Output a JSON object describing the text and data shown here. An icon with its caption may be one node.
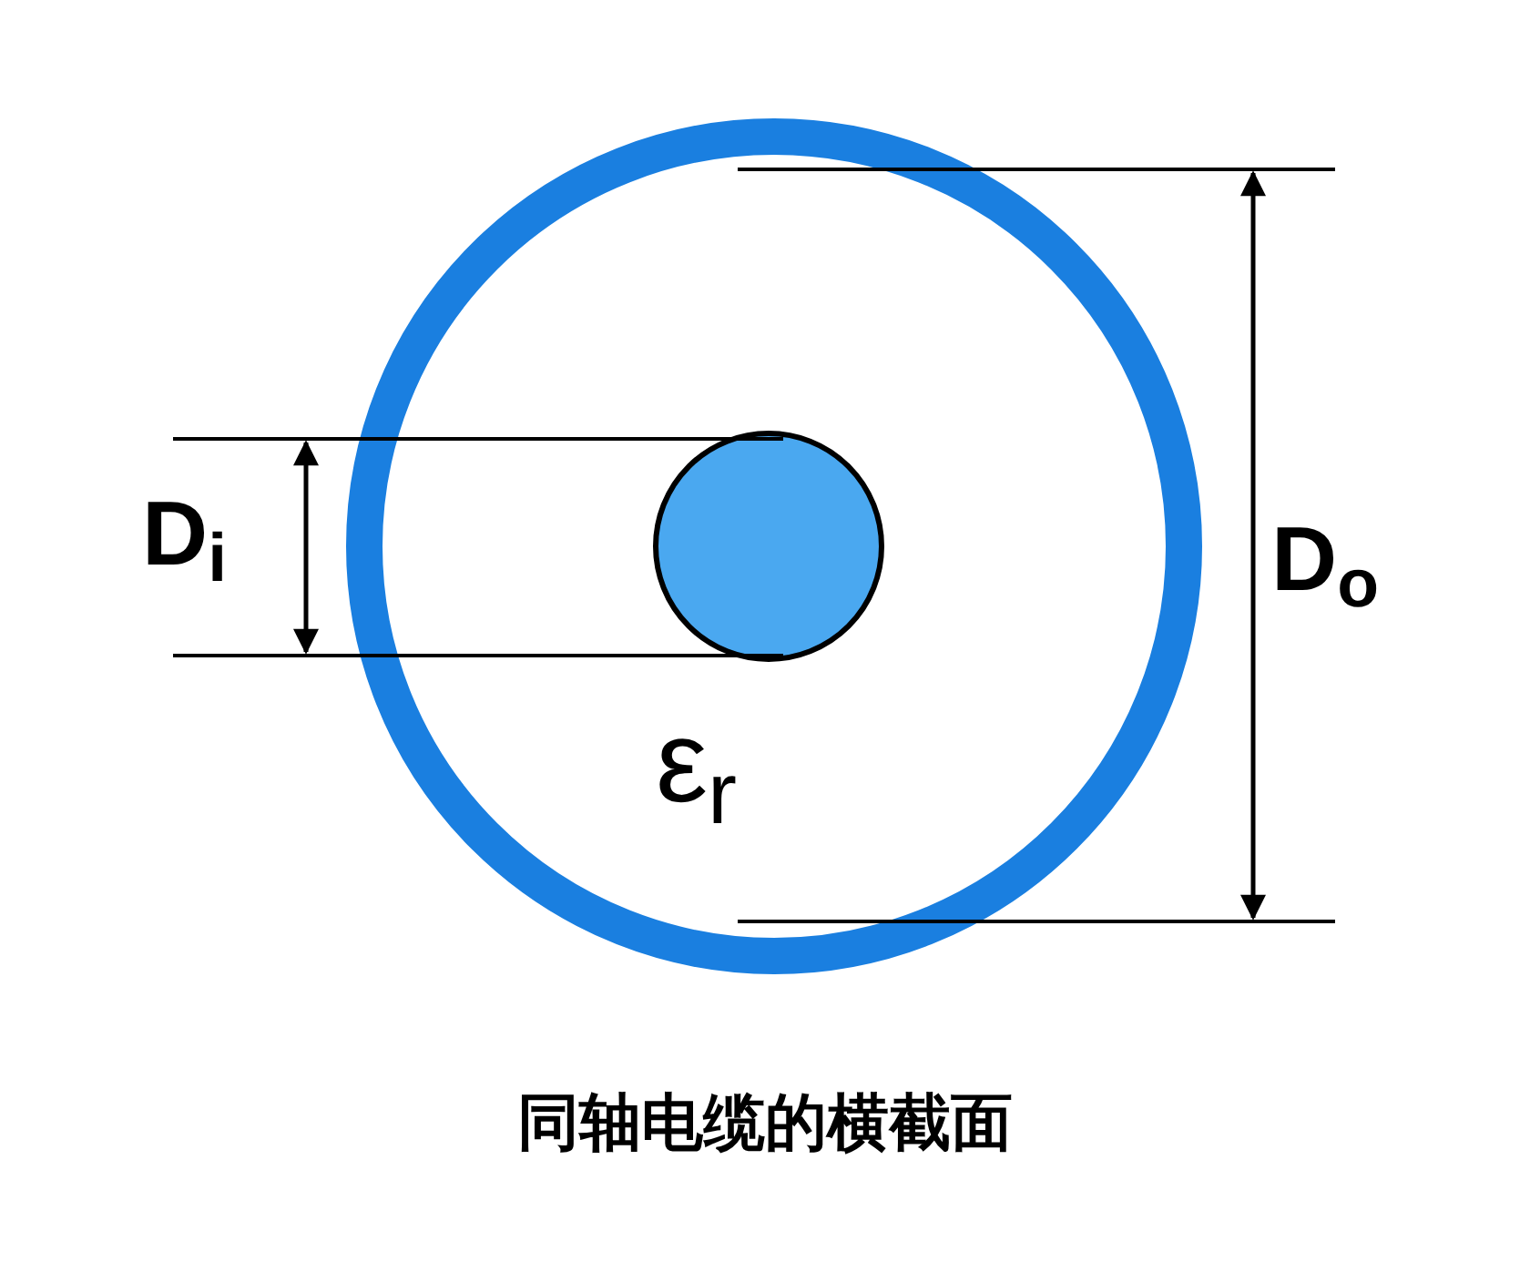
{
  "diagram": {
    "caption": "同轴电缆的横截面",
    "labels": [
      "D$_{i}$",
      "D$_{o}$",
      "ε$_{r}$"
    ]
  }
}
